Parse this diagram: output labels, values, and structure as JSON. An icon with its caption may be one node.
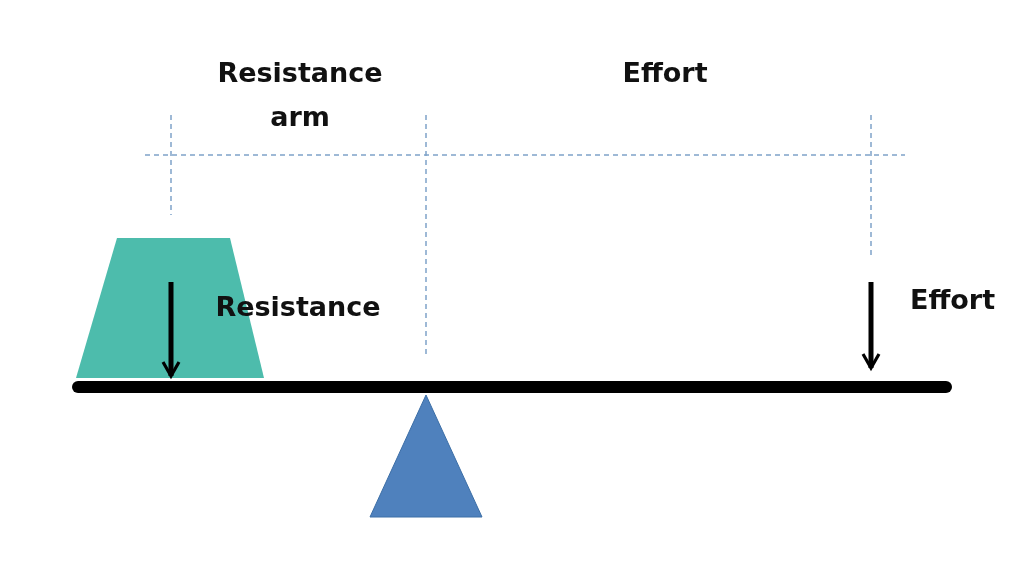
{
  "diagram": {
    "labels": [
      "Resistance arm",
      "Effort",
      "Resistance",
      "Effort"
    ]
  }
}
